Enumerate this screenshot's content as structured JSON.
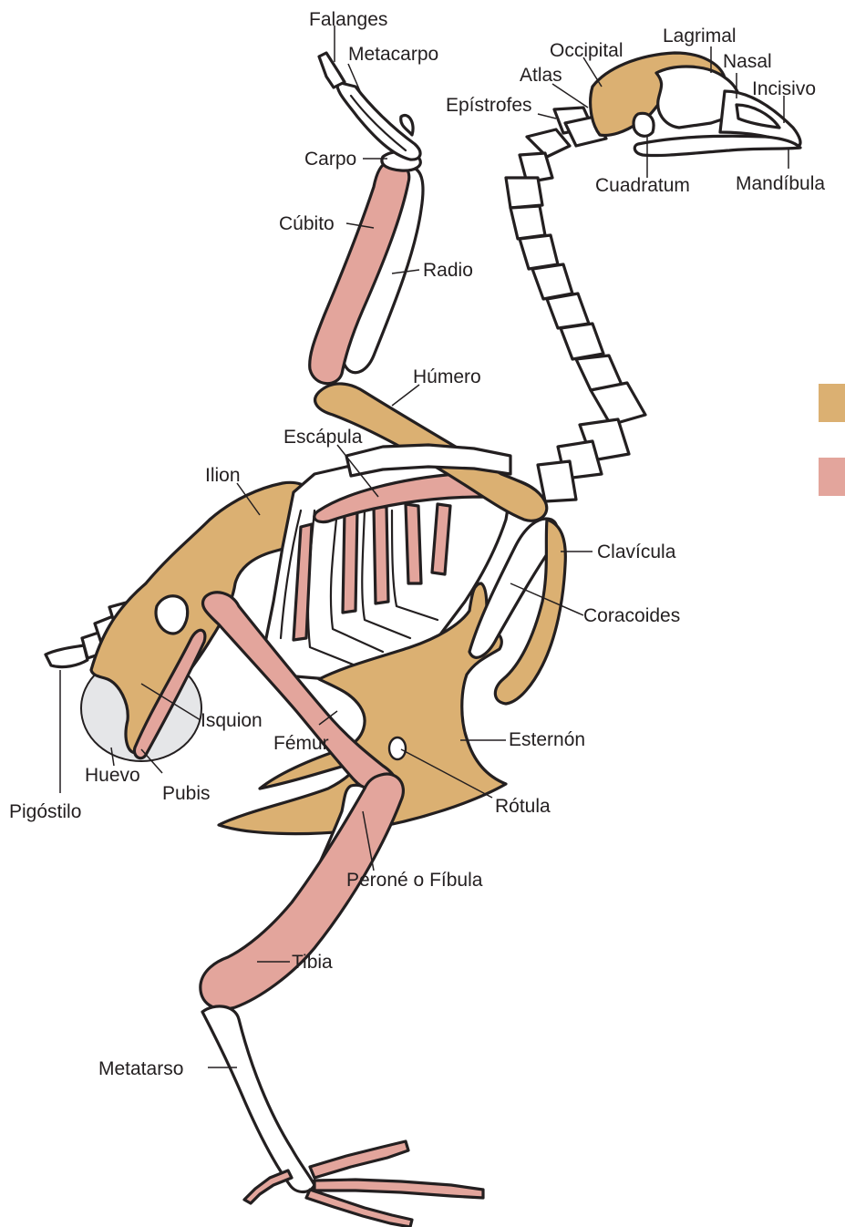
{
  "colors": {
    "gold": "#dbb072",
    "pink": "#e3a59c",
    "white": "#ffffff",
    "egg": "#e5e6e8",
    "outline": "#231f20"
  },
  "legend": {
    "swatches": [
      {
        "color": "#dbb072",
        "label": ""
      },
      {
        "color": "#e3a59c",
        "label": ""
      }
    ]
  },
  "labels": {
    "falanges": "Falanges",
    "metacarpo": "Metacarpo",
    "carpo": "Carpo",
    "cubito": "Cúbito",
    "radio": "Radio",
    "humero": "Húmero",
    "escapula": "Escápula",
    "ilion": "Ilion",
    "occipital": "Occipital",
    "lagrimal": "Lagrimal",
    "nasal": "Nasal",
    "atlas": "Atlas",
    "incisivo": "Incisivo",
    "epistrofes": "Epístrofes",
    "cuadratum": "Cuadratum",
    "mandibula": "Mandíbula",
    "clavicula": "Clavícula",
    "coracoides": "Coracoides",
    "isquion": "Isquion",
    "femur": "Fémur",
    "esternon": "Esternón",
    "huevo": "Huevo",
    "pubis": "Pubis",
    "pigostilo": "Pigóstilo",
    "rotula": "Rótula",
    "perone": "Peroné o Fíbula",
    "tibia": "Tibia",
    "metatarso": "Metatarso"
  }
}
